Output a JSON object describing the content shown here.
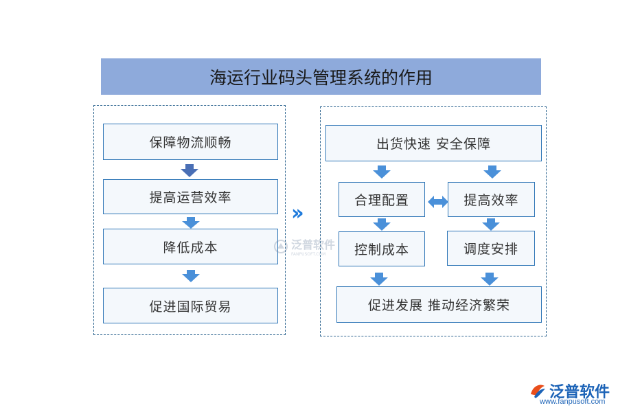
{
  "title": "海运行业码头管理系统的作用",
  "left_steps": [
    "保障物流顺畅",
    "提高运营效率",
    "降低成本",
    "促进国际贸易"
  ],
  "right": {
    "top": "出货快速  安全保障",
    "left_col": [
      "合理配置",
      "控制成本"
    ],
    "right_col": [
      "提高效率",
      "调度安排"
    ],
    "bottom": "促进发展  推动经济繁荣"
  },
  "connector_symbol": "››",
  "watermark": {
    "text": "泛普软件",
    "sub": "FANPUSOFT.COM"
  },
  "logo": {
    "text": "泛普软件",
    "url": "www.fanpusoft.com"
  },
  "colors": {
    "title_bg": "#8eaadb",
    "box_border": "#2e75b6",
    "box_fill": "#f4f8fc",
    "arrow": "#4a90d9",
    "arrow_dark": "#4a6fb5",
    "panel_border": "#2e6590",
    "chevron": "#1f7bdc",
    "logo": "#1c63b7"
  }
}
